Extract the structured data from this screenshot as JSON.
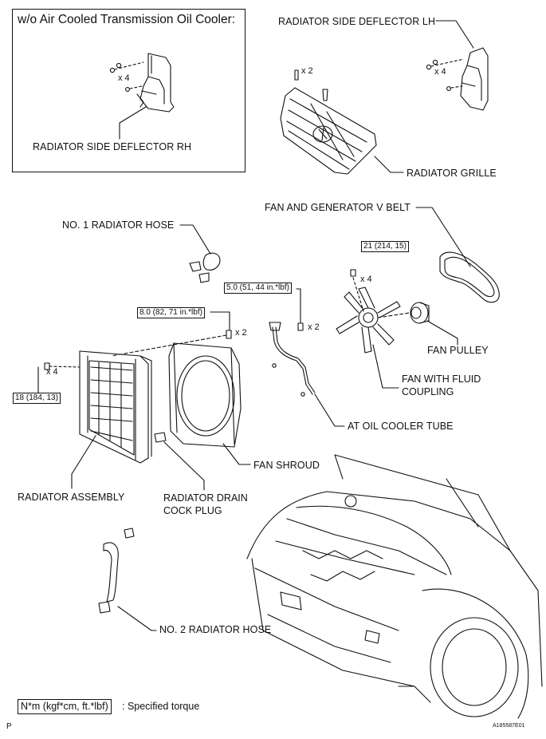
{
  "inset": {
    "title": "w/o Air Cooled Transmission Oil Cooler:",
    "deflector_rh": "RADIATOR SIDE DEFLECTOR RH",
    "qty_rh": "x 4"
  },
  "labels": {
    "deflector_lh": "RADIATOR SIDE DEFLECTOR LH",
    "grille": "RADIATOR GRILLE",
    "v_belt": "FAN AND GENERATOR V BELT",
    "no1_hose": "NO. 1 RADIATOR HOSE",
    "fan_pulley": "FAN PULLEY",
    "fan_fluid_line1": "FAN WITH FLUID",
    "fan_fluid_line2": "COUPLING",
    "oil_cooler_tube": "AT OIL COOLER TUBE",
    "fan_shroud": "FAN SHROUD",
    "radiator_assembly": "RADIATOR ASSEMBLY",
    "drain_plug_line1": "RADIATOR DRAIN",
    "drain_plug_line2": "COCK PLUG",
    "no2_hose": "NO. 2 RADIATOR HOSE"
  },
  "quantities": {
    "grille_clips": "x 2",
    "lh_bolts": "x 4",
    "fan_nuts": "x 4",
    "tube_bolts": "x 2",
    "shroud_bolts": "x 2",
    "radiator_bolts": "x 4"
  },
  "torques": {
    "fan_nut": "21 (214, 15)",
    "tube_bolt": "5.0 (51, 44 in.*lbf)",
    "shroud_bolt": "8.0 (82, 71 in.*lbf)",
    "radiator_bolt": "18 (184, 13)"
  },
  "legend": {
    "box": "N*m (kgf*cm, ft.*lbf)",
    "text": ": Specified torque"
  },
  "corner": {
    "left": "P",
    "right": "A185587E01"
  }
}
